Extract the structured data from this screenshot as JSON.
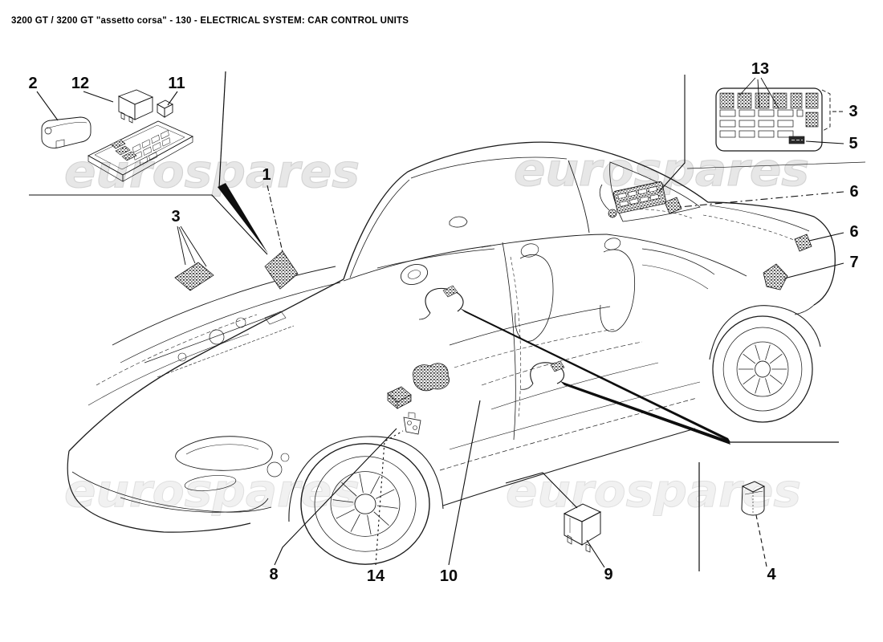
{
  "title": "3200 GT / 3200 GT \"assetto corsa\" - 130 - ELECTRICAL SYSTEM: CAR CONTROL UNITS",
  "watermark": {
    "text": "eurospares"
  },
  "callouts": [
    "2",
    "12",
    "11",
    "13",
    "3",
    "5",
    "1",
    "3",
    "6",
    "6",
    "7",
    "8",
    "14",
    "10",
    "9",
    "4"
  ]
}
